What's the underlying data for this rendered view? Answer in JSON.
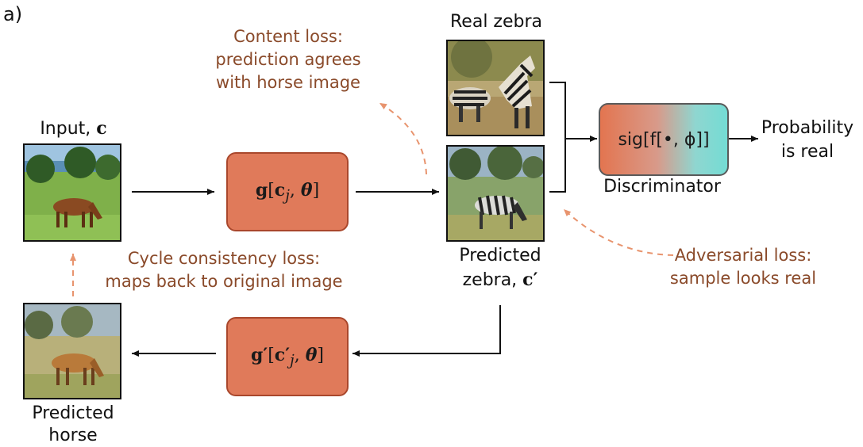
{
  "panel_label": "a)",
  "input": {
    "text": "Input, ",
    "symbol": "c"
  },
  "real_zebra": "Real zebra",
  "predicted_zebra": {
    "line1": "Predicted",
    "line2": "zebra, ",
    "symbol": "c′"
  },
  "predicted_horse": {
    "line1": "Predicted",
    "line2": "horse"
  },
  "generator": {
    "fn": "g",
    "arg": "c",
    "sub": "j",
    "param": "θ"
  },
  "inverse_generator": {
    "fn": "g′",
    "arg": "c′",
    "sub": "j",
    "param": "θ"
  },
  "discriminator": {
    "label": "Discriminator",
    "expr": "sig[f[•, ϕ]]"
  },
  "output": {
    "line1": "Probability",
    "line2": "is real"
  },
  "content_loss": {
    "line1": "Content loss:",
    "line2": "prediction agrees",
    "line3": "with horse image"
  },
  "cycle_loss": {
    "line1": "Cycle consistency loss:",
    "line2": "maps back to original image"
  },
  "adversarial_loss": {
    "line1": "Adversarial loss:",
    "line2": "sample looks real"
  },
  "colors": {
    "box_fill": "#e07a5a",
    "box_border": "#a9472c",
    "loss_text": "#8a4a2a",
    "dashed_arrow": "#e8946e",
    "disc_left": "#e37550",
    "disc_right": "#74dcd4"
  }
}
